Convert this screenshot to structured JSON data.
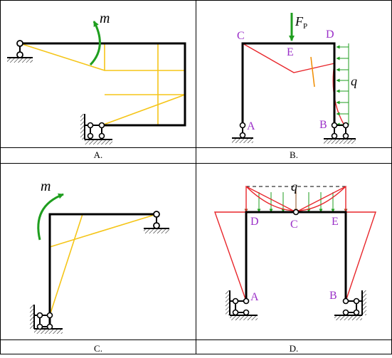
{
  "panels": {
    "a": {
      "caption": "A.",
      "moment_label": "m"
    },
    "b": {
      "caption": "B.",
      "force_label": "F",
      "force_subscript": "P",
      "load_label": "q",
      "nodes": {
        "a": "A",
        "b": "B",
        "c": "C",
        "d": "D",
        "e": "E"
      }
    },
    "c": {
      "caption": "C.",
      "moment_label": "m"
    },
    "d": {
      "caption": "D.",
      "load_label": "q",
      "nodes": {
        "a": "A",
        "b": "B",
        "c": "C",
        "d": "D",
        "e": "E"
      }
    }
  },
  "colors": {
    "frame": "#000000",
    "moment_diagram_yellow": "#f5c518",
    "moment_diagram_red": "#e8262b",
    "load_green": "#1f9e1f",
    "load_brown": "#8b4a1a",
    "node_label_purple": "#9b30c8",
    "grid_line": "#000000"
  }
}
